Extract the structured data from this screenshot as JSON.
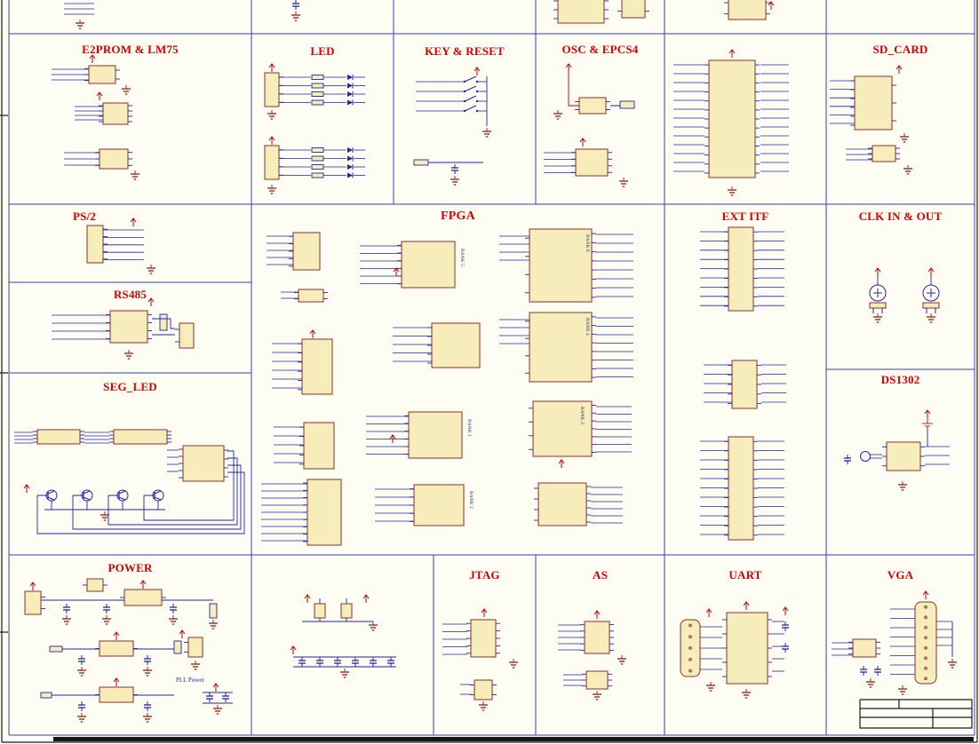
{
  "colors": {
    "sheet_background": "#fdfdf4",
    "section_title": "#d80000",
    "grid_line": "#3a3ab8",
    "component_fill": "#f6edba",
    "component_border": "#8a2f2b",
    "wire": "#2323aa",
    "power_net": "#c00000",
    "ground": "#9b2d20"
  },
  "sections": {
    "e2prom": {
      "title": "E2PROM & LM75"
    },
    "led": {
      "title": "LED"
    },
    "key_reset": {
      "title": "KEY & RESET"
    },
    "osc_epcs4": {
      "title": "OSC & EPCS4"
    },
    "sd_card": {
      "title": "SD_CARD"
    },
    "ps2": {
      "title": "PS/2"
    },
    "rs485": {
      "title": "RS485"
    },
    "seg_led": {
      "title": "SEG_LED"
    },
    "fpga": {
      "title": "FPGA",
      "banks": [
        "BANK 5",
        "BANK 6",
        "BANK 1",
        "BANK 4",
        "BANK 2",
        "BANK 3"
      ]
    },
    "ext_itf": {
      "title": "EXT ITF"
    },
    "clk": {
      "title": "CLK IN & OUT"
    },
    "ds1302": {
      "title": "DS1302"
    },
    "power": {
      "title": "POWER",
      "pll_label": "PLL Power"
    },
    "jtag": {
      "title": "JTAG"
    },
    "as": {
      "title": "AS"
    },
    "uart": {
      "title": "UART"
    },
    "vga": {
      "title": "VGA"
    }
  }
}
